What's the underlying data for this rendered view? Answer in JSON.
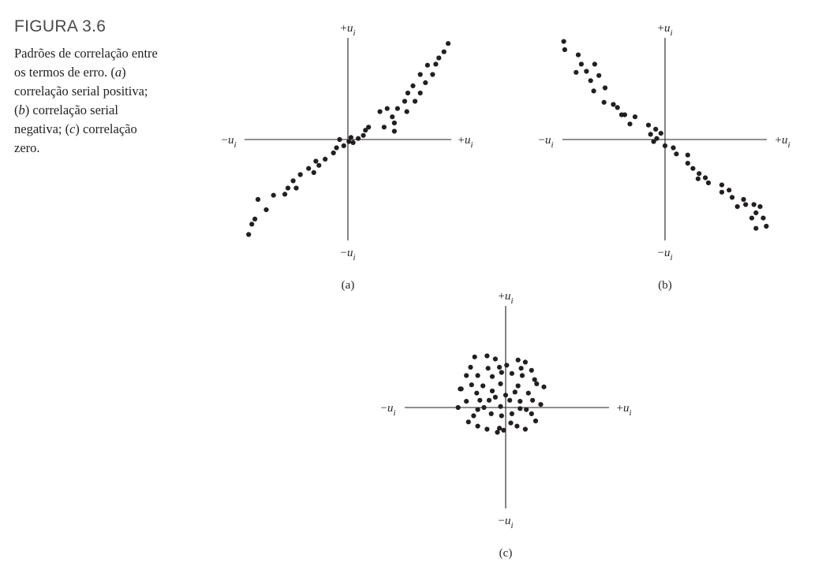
{
  "caption": {
    "figure_number": "FIGURA 3.6",
    "text_parts": [
      {
        "t": "Padrões de correlação entre os termos de erro. (",
        "i": false
      },
      {
        "t": "a",
        "i": true
      },
      {
        "t": ") correlação serial positiva; (",
        "i": false
      },
      {
        "t": "b",
        "i": true
      },
      {
        "t": ") correlação serial negativa; (",
        "i": false
      },
      {
        "t": "c",
        "i": true
      },
      {
        "t": ") correlação zero.",
        "i": false
      }
    ]
  },
  "axis_labels": {
    "pos_sign": "+",
    "neg_sign": "−",
    "var": "u",
    "sub": "i"
  },
  "colors": {
    "dot": "#231f20",
    "axis": "#231f20"
  },
  "chart_data": [
    {
      "type": "scatter",
      "panel_label": "(a)",
      "title": "",
      "xlabel": "+u_i",
      "ylabel": "+u_i",
      "xlim": [
        -1,
        1
      ],
      "ylim": [
        -1,
        1
      ],
      "grid": false,
      "points": [
        [
          0.97,
          0.93
        ],
        [
          0.93,
          0.85
        ],
        [
          0.85,
          0.73
        ],
        [
          0.88,
          0.79
        ],
        [
          0.77,
          0.72
        ],
        [
          0.82,
          0.63
        ],
        [
          0.7,
          0.63
        ],
        [
          0.75,
          0.55
        ],
        [
          0.63,
          0.52
        ],
        [
          0.7,
          0.45
        ],
        [
          0.58,
          0.45
        ],
        [
          0.65,
          0.37
        ],
        [
          0.55,
          0.37
        ],
        [
          0.48,
          0.3
        ],
        [
          0.57,
          0.27
        ],
        [
          0.43,
          0.22
        ],
        [
          0.38,
          0.3
        ],
        [
          0.31,
          0.27
        ],
        [
          0.45,
          0.16
        ],
        [
          0.35,
          0.12
        ],
        [
          0.45,
          0.08
        ],
        [
          0.2,
          0.12
        ],
        [
          0.15,
          0.04
        ],
        [
          0.17,
          0.09
        ],
        [
          0.1,
          0.01
        ],
        [
          0.05,
          -0.03
        ],
        [
          0.03,
          0.02
        ],
        [
          0.01,
          -0.02
        ],
        [
          -0.08,
          0.0
        ],
        [
          -0.04,
          -0.06
        ],
        [
          -0.11,
          -0.08
        ],
        [
          -0.14,
          -0.13
        ],
        [
          -0.22,
          -0.19
        ],
        [
          -0.28,
          -0.25
        ],
        [
          -0.33,
          -0.32
        ],
        [
          -0.31,
          -0.21
        ],
        [
          -0.38,
          -0.28
        ],
        [
          -0.46,
          -0.34
        ],
        [
          -0.53,
          -0.4
        ],
        [
          -0.5,
          -0.47
        ],
        [
          -0.58,
          -0.47
        ],
        [
          -0.61,
          -0.53
        ],
        [
          -0.72,
          -0.54
        ],
        [
          -0.79,
          -0.68
        ],
        [
          -0.87,
          -0.58
        ],
        [
          -0.9,
          -0.77
        ],
        [
          -0.93,
          -0.82
        ],
        [
          -0.96,
          -0.92
        ]
      ]
    },
    {
      "type": "scatter",
      "panel_label": "(b)",
      "title": "",
      "xlabel": "+u_i",
      "ylabel": "+u_i",
      "xlim": [
        -1,
        1
      ],
      "ylim": [
        -1,
        1
      ],
      "grid": false,
      "points": [
        [
          -0.98,
          0.95
        ],
        [
          -0.97,
          0.87
        ],
        [
          -0.84,
          0.82
        ],
        [
          -0.81,
          0.73
        ],
        [
          -0.86,
          0.65
        ],
        [
          -0.76,
          0.66
        ],
        [
          -0.68,
          0.73
        ],
        [
          -0.64,
          0.62
        ],
        [
          -0.72,
          0.57
        ],
        [
          -0.69,
          0.47
        ],
        [
          -0.58,
          0.5
        ],
        [
          -0.59,
          0.36
        ],
        [
          -0.5,
          0.34
        ],
        [
          -0.46,
          0.31
        ],
        [
          -0.39,
          0.24
        ],
        [
          -0.29,
          0.22
        ],
        [
          -0.34,
          0.15
        ],
        [
          -0.42,
          0.24
        ],
        [
          -0.09,
          0.1
        ],
        [
          -0.16,
          0.14
        ],
        [
          -0.04,
          0.06
        ],
        [
          -0.14,
          0.05
        ],
        [
          -0.11,
          -0.02
        ],
        [
          -0.08,
          0.01
        ],
        [
          0.0,
          -0.06
        ],
        [
          0.08,
          -0.08
        ],
        [
          0.11,
          -0.14
        ],
        [
          0.22,
          -0.15
        ],
        [
          0.22,
          -0.23
        ],
        [
          0.27,
          -0.28
        ],
        [
          0.33,
          -0.33
        ],
        [
          0.39,
          -0.37
        ],
        [
          0.32,
          -0.38
        ],
        [
          0.42,
          -0.42
        ],
        [
          0.55,
          -0.44
        ],
        [
          0.55,
          -0.51
        ],
        [
          0.62,
          -0.49
        ],
        [
          0.65,
          -0.56
        ],
        [
          0.76,
          -0.58
        ],
        [
          0.78,
          -0.63
        ],
        [
          0.7,
          -0.65
        ],
        [
          0.86,
          -0.63
        ],
        [
          0.88,
          -0.71
        ],
        [
          0.92,
          -0.65
        ],
        [
          0.84,
          -0.76
        ],
        [
          0.95,
          -0.76
        ],
        [
          0.98,
          -0.84
        ],
        [
          0.88,
          -0.86
        ]
      ]
    },
    {
      "type": "scatter",
      "panel_label": "(c)",
      "title": "",
      "xlabel": "+u_i",
      "ylabel": "+u_i",
      "xlim": [
        -1,
        1
      ],
      "ylim": [
        -1,
        1
      ],
      "grid": false,
      "points": [
        [
          -0.3,
          0.49
        ],
        [
          -0.18,
          0.5
        ],
        [
          -0.1,
          0.47
        ],
        [
          0.12,
          0.46
        ],
        [
          0.19,
          0.44
        ],
        [
          -0.34,
          0.39
        ],
        [
          -0.17,
          0.38
        ],
        [
          -0.06,
          0.39
        ],
        [
          0.01,
          0.41
        ],
        [
          0.15,
          0.38
        ],
        [
          0.25,
          0.36
        ],
        [
          -0.38,
          0.31
        ],
        [
          -0.27,
          0.31
        ],
        [
          -0.13,
          0.3
        ],
        [
          -0.04,
          0.34
        ],
        [
          0.06,
          0.33
        ],
        [
          0.16,
          0.31
        ],
        [
          0.28,
          0.27
        ],
        [
          -0.44,
          0.18
        ],
        [
          -0.33,
          0.22
        ],
        [
          -0.22,
          0.21
        ],
        [
          -0.05,
          0.23
        ],
        [
          0.12,
          0.21
        ],
        [
          0.3,
          0.23
        ],
        [
          0.37,
          0.2
        ],
        [
          -0.43,
          0.18
        ],
        [
          -0.28,
          0.14
        ],
        [
          -0.13,
          0.16
        ],
        [
          0.0,
          0.12
        ],
        [
          0.09,
          0.15
        ],
        [
          0.22,
          0.14
        ],
        [
          -0.38,
          0.06
        ],
        [
          -0.25,
          0.07
        ],
        [
          -0.16,
          0.07
        ],
        [
          -0.1,
          0.1
        ],
        [
          0.04,
          0.07
        ],
        [
          0.14,
          0.06
        ],
        [
          0.26,
          0.07
        ],
        [
          0.34,
          0.03
        ],
        [
          -0.46,
          0.0
        ],
        [
          -0.27,
          -0.02
        ],
        [
          -0.21,
          0.0
        ],
        [
          -0.05,
          0.01
        ],
        [
          0.14,
          -0.01
        ],
        [
          0.2,
          -0.02
        ],
        [
          -0.31,
          -0.08
        ],
        [
          -0.14,
          -0.06
        ],
        [
          -0.04,
          -0.08
        ],
        [
          0.06,
          -0.06
        ],
        [
          0.25,
          -0.06
        ],
        [
          -0.36,
          -0.14
        ],
        [
          -0.27,
          -0.18
        ],
        [
          -0.18,
          -0.21
        ],
        [
          -0.06,
          -0.2
        ],
        [
          0.05,
          -0.15
        ],
        [
          0.11,
          -0.18
        ],
        [
          0.19,
          -0.21
        ],
        [
          0.29,
          -0.13
        ],
        [
          -0.08,
          -0.24
        ],
        [
          -0.02,
          -0.22
        ]
      ]
    }
  ]
}
